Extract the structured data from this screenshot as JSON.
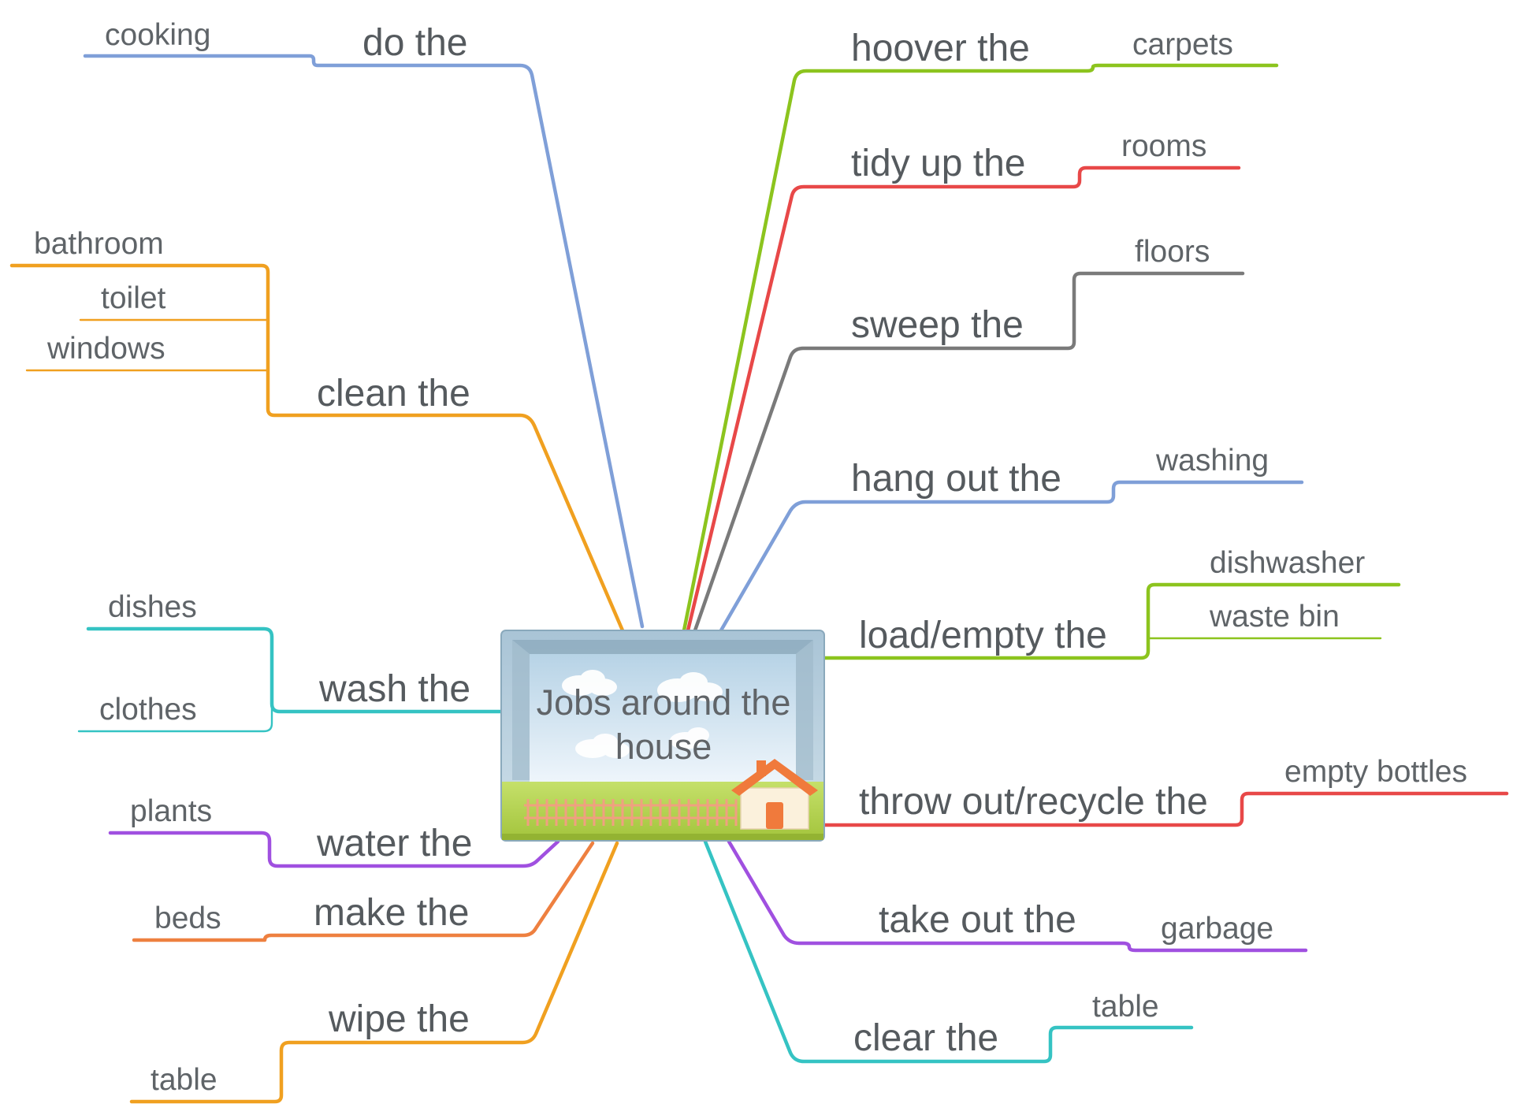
{
  "center": {
    "title_line1": "Jobs around the",
    "title_line2": "house"
  },
  "colors": {
    "blue": "#7f9fd8",
    "green": "#8cc41e",
    "red": "#e84848",
    "gray": "#7a7a7a",
    "orange": "#f0a020",
    "teal": "#35c3c3",
    "purple": "#a050e0",
    "coral": "#ee8040"
  },
  "branches": {
    "do": {
      "label": "do the",
      "leaves": [
        "cooking"
      ]
    },
    "clean": {
      "label": "clean the",
      "leaves": [
        "bathroom",
        "toilet",
        "windows"
      ]
    },
    "wash": {
      "label": "wash the",
      "leaves": [
        "dishes",
        "clothes"
      ]
    },
    "water": {
      "label": "water the",
      "leaves": [
        "plants"
      ]
    },
    "make": {
      "label": "make the",
      "leaves": [
        "beds"
      ]
    },
    "wipe": {
      "label": "wipe the",
      "leaves": [
        "table"
      ]
    },
    "hoover": {
      "label": "hoover the",
      "leaves": [
        "carpets"
      ]
    },
    "tidy": {
      "label": "tidy up the",
      "leaves": [
        "rooms"
      ]
    },
    "sweep": {
      "label": "sweep the",
      "leaves": [
        "floors"
      ]
    },
    "hang": {
      "label": "hang out the",
      "leaves": [
        "washing"
      ]
    },
    "load": {
      "label": "load/empty the",
      "leaves": [
        "dishwasher",
        "waste bin"
      ]
    },
    "throw": {
      "label": "throw out/recycle the",
      "leaves": [
        "empty bottles"
      ]
    },
    "takeout": {
      "label": "take out the",
      "leaves": [
        "garbage"
      ]
    },
    "clear": {
      "label": "clear the",
      "leaves": [
        "table"
      ]
    }
  }
}
